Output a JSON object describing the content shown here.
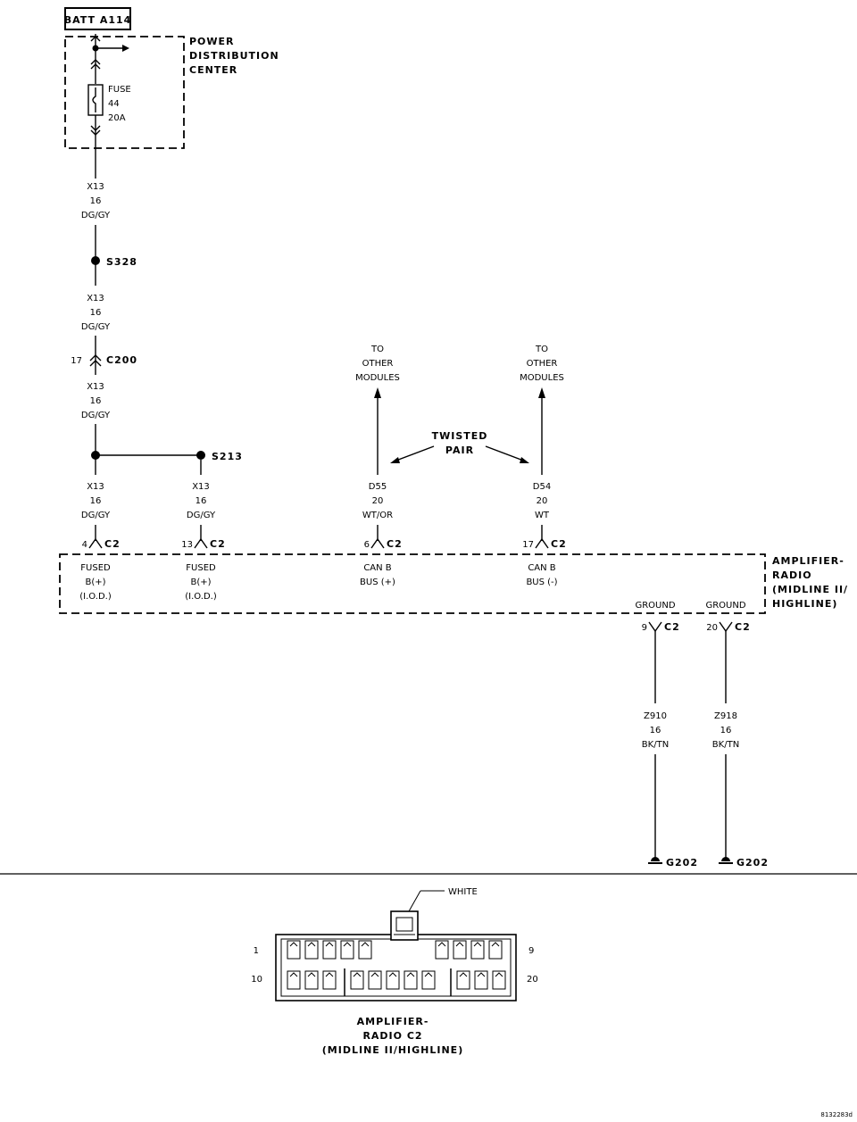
{
  "battery": {
    "label": "BATT A114"
  },
  "pdc": {
    "name_lines": [
      "POWER",
      "DISTRIBUTION",
      "CENTER"
    ],
    "fuse_lines": [
      "FUSE",
      "44",
      "20A"
    ]
  },
  "wires": {
    "x13": [
      "X13",
      "16",
      "DG/GY"
    ],
    "d55": [
      "D55",
      "20",
      "WT/OR"
    ],
    "d54": [
      "D54",
      "20",
      "WT"
    ],
    "z910": [
      "Z910",
      "16",
      "BK/TN"
    ],
    "z918": [
      "Z918",
      "16",
      "BK/TN"
    ]
  },
  "splices": {
    "s328": "S328",
    "s213": "S213"
  },
  "connectors": {
    "c200": {
      "pin": "17",
      "name": "C200"
    },
    "p4": {
      "pin": "4",
      "name": "C2"
    },
    "p13": {
      "pin": "13",
      "name": "C2"
    },
    "p6": {
      "pin": "6",
      "name": "C2"
    },
    "p17": {
      "pin": "17",
      "name": "C2"
    },
    "p9": {
      "pin": "9",
      "name": "C2"
    },
    "p20": {
      "pin": "20",
      "name": "C2"
    }
  },
  "to_modules": [
    "TO",
    "OTHER",
    "MODULES"
  ],
  "twisted_pair": [
    "TWISTED",
    "PAIR"
  ],
  "module": {
    "name_lines": [
      "AMPLIFIER-",
      "RADIO",
      "(MIDLINE II/",
      "HIGHLINE)"
    ],
    "pins": {
      "fused1": [
        "FUSED",
        "B(+)",
        "(I.O.D.)"
      ],
      "fused2": [
        "FUSED",
        "B(+)",
        "(I.O.D.)"
      ],
      "can_plus": [
        "CAN B",
        "BUS (+)"
      ],
      "can_minus": [
        "CAN B",
        "BUS (-)"
      ],
      "ground1": "GROUND",
      "ground2": "GROUND"
    }
  },
  "grounds": {
    "g1": "G202",
    "g2": "G202"
  },
  "connector_view": {
    "color": "WHITE",
    "pin_first": "1",
    "pin_row1_end": "9",
    "pin_row2_start": "10",
    "pin_last": "20",
    "title_lines": [
      "AMPLIFIER-",
      "RADIO C2",
      "(MIDLINE II/HIGHLINE)"
    ]
  },
  "figure_id": "8132283d"
}
